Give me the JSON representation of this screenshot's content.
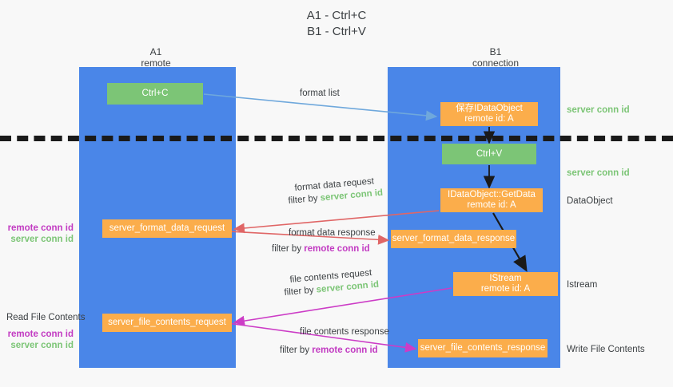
{
  "title": {
    "line1": "A1 - Ctrl+C",
    "line2": "B1 - Ctrl+V"
  },
  "columns": [
    {
      "id": "a1",
      "name": "A1",
      "role": "remote"
    },
    {
      "id": "b1",
      "name": "B1",
      "role": "connection"
    }
  ],
  "nodes": {
    "ctrl_c": {
      "label": "Ctrl+C",
      "sub": "",
      "color": "#7cc576"
    },
    "idataobject": {
      "label": "保存IDataObject",
      "sub": "remote id: A",
      "color": "#fbad4b"
    },
    "ctrl_v": {
      "label": "Ctrl+V",
      "sub": "",
      "color": "#7cc576"
    },
    "getdata": {
      "label": "IDataObject::GetData",
      "sub": "remote id: A",
      "color": "#fbad4b"
    },
    "istream": {
      "label": "IStream",
      "sub": "remote id: A",
      "color": "#fbad4b"
    },
    "server_format_data_request": {
      "label": "server_format_data_request",
      "color": "#fbad4b"
    },
    "server_format_data_response": {
      "label": "server_format_data_response",
      "color": "#fbad4b"
    },
    "server_file_contents_request": {
      "label": "server_file_contents_request",
      "color": "#fbad4b"
    },
    "server_file_contents_response": {
      "label": "server_file_contents_response",
      "color": "#fbad4b"
    }
  },
  "edge_labels": {
    "format_list": "format list",
    "format_data_request": "format data request",
    "format_data_request_filter_prefix": "filter by ",
    "format_data_request_filter_value": "server conn id",
    "format_data_response": "format data response",
    "format_data_response_filter_prefix": "filter by ",
    "format_data_response_filter_value": "remote conn id",
    "file_contents_request": "file contents request",
    "file_contents_request_filter_prefix": "filter by ",
    "file_contents_request_filter_value": "server conn id",
    "file_contents_response": "file contents response",
    "file_contents_response_filter_prefix": "filter by ",
    "file_contents_response_filter_value": "remote conn id"
  },
  "right_notes": {
    "server_conn_id_1": "server conn id",
    "server_conn_id_2": "server conn id",
    "dataobject": "DataObject",
    "istream": "Istream",
    "write_file_contents": "Write File Contents"
  },
  "left_notes": {
    "ids_1": {
      "remote": "remote conn id",
      "server": "server conn id"
    },
    "read_file_contents": "Read File Contents",
    "ids_2": {
      "remote": "remote conn id",
      "server": "server conn id"
    }
  },
  "colors": {
    "lane": "#4a86e8",
    "green_node": "#7cc576",
    "orange_node": "#fbad4b",
    "server_conn_id": "#7cc576",
    "remote_conn_id": "#c23bc2",
    "arrow_blue": "#6fa8dc",
    "arrow_red": "#e06666",
    "arrow_magenta": "#cc3cc6",
    "arrow_black": "#1a1a1a",
    "background": "#f8f8f8",
    "text": "#3c4043"
  }
}
